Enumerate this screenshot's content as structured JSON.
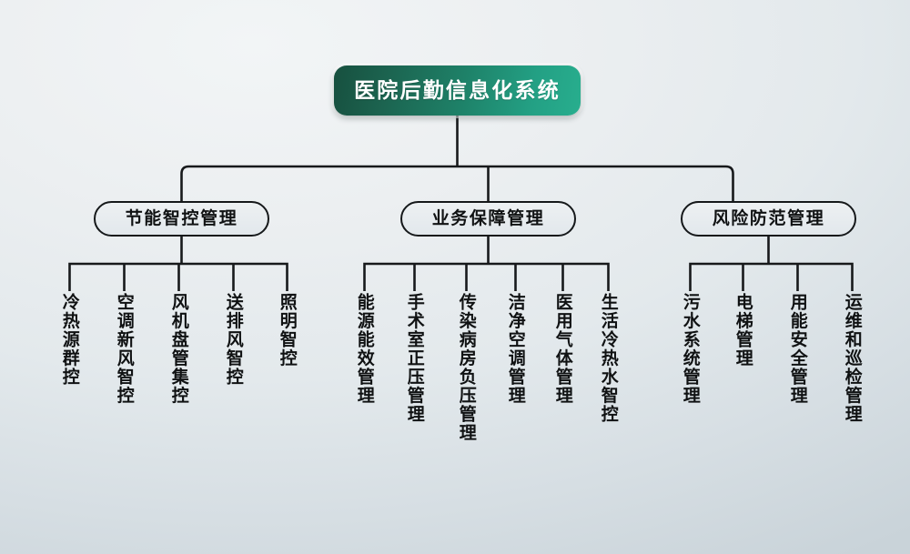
{
  "diagram": {
    "type": "org-chart",
    "orientation": "top-down",
    "root": {
      "label": "医院后勤信息化系统",
      "fill_gradient_from": "#17503f",
      "fill_gradient_to": "#28ae8e",
      "text_color": "#ffffff"
    },
    "branches": [
      {
        "label": "节能智控管理",
        "leaves": [
          {
            "label": "冷热源群控"
          },
          {
            "label": "空调新风智控"
          },
          {
            "label": "风机盘管集控"
          },
          {
            "label": "送排风智控"
          },
          {
            "label": "照明智控"
          }
        ]
      },
      {
        "label": "业务保障管理",
        "leaves": [
          {
            "label": "能源能效管理"
          },
          {
            "label": "手术室正压管理"
          },
          {
            "label": "传染病房负压管理"
          },
          {
            "label": "洁净空调管理"
          },
          {
            "label": "医用气体管理"
          },
          {
            "label": "生活冷热水智控"
          }
        ]
      },
      {
        "label": "风险防范管理",
        "leaves": [
          {
            "label": "污水系统管理"
          },
          {
            "label": "电梯管理"
          },
          {
            "label": "用能安全管理"
          },
          {
            "label": "运维和巡检管理"
          }
        ]
      }
    ],
    "colors": {
      "background_light": "#f2f5f6",
      "background_dark": "#c9d3d9",
      "connector": "#17191b",
      "node_border": "#15181a",
      "node_fill": "#e7ecef",
      "node_text": "#101213"
    }
  }
}
